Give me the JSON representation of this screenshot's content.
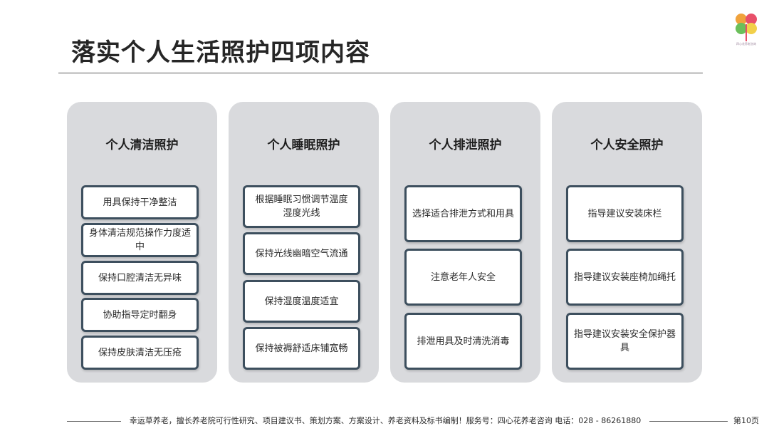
{
  "title": "落实个人生活照护四项内容",
  "logo": {
    "text": "四心花养老咨询"
  },
  "cards": [
    {
      "title": "个人清洁照护",
      "items": [
        "用具保持干净整洁",
        "身体清洁规范操作力度适中",
        "保持口腔清洁无异味",
        "协助指导定时翻身",
        "保持皮肤清洁无压疮"
      ]
    },
    {
      "title": "个人睡眠照护",
      "items": [
        "根据睡眠习惯调节温度湿度光线",
        "保持光线幽暗空气流通",
        "保持湿度温度适宜",
        "保持被褥舒适床铺宽畅"
      ]
    },
    {
      "title": "个人排泄照护",
      "items": [
        "选择适合排泄方式和用具",
        "注意老年人安全",
        "排泄用具及时清洗消毒"
      ]
    },
    {
      "title": "个人安全照护",
      "items": [
        "指导建议安装床栏",
        "指导建议安装座椅加绳托",
        "指导建议安装安全保护器具"
      ]
    }
  ],
  "footer": {
    "text": "幸运草养老，擅长养老院可行性研究、项目建议书、策划方案、方案设计、养老资料及标书编制！服务号：四心花养老咨询  电话：028 - 86261880",
    "page": "第10页"
  }
}
